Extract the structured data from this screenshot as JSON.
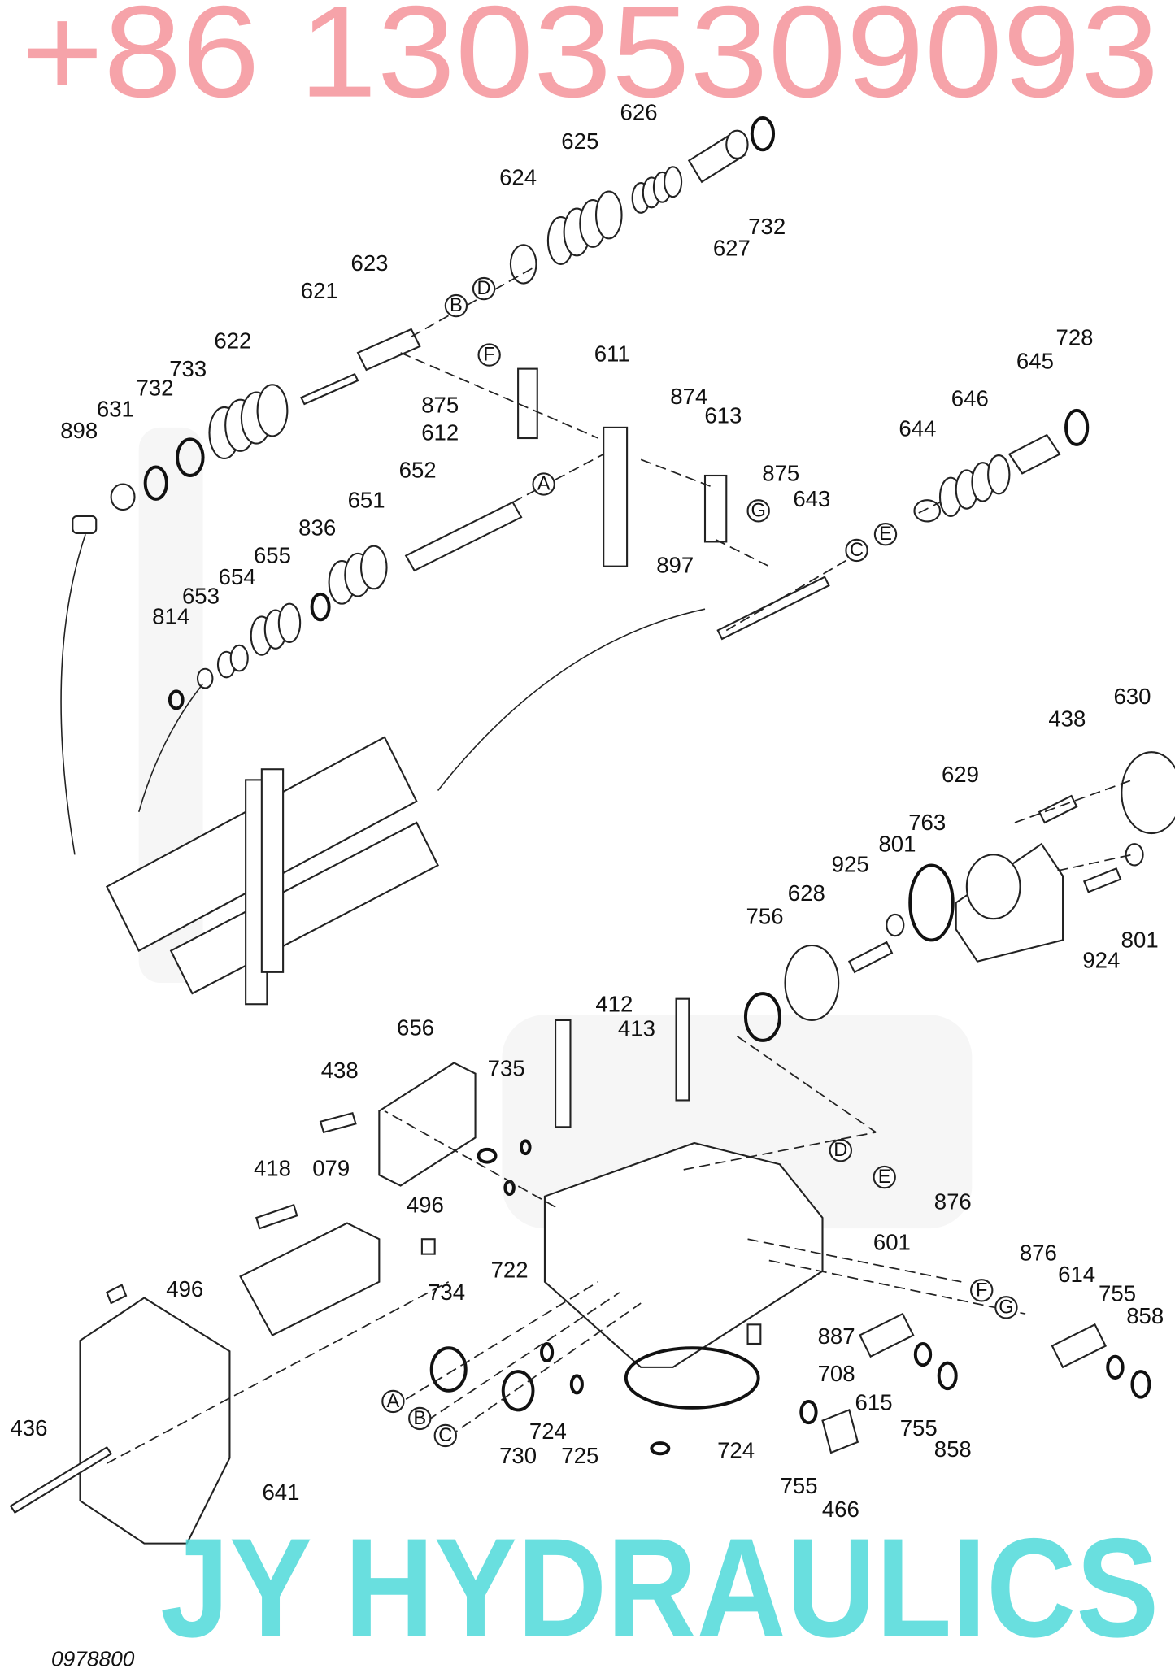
{
  "part_numbers": [
    "626",
    "625",
    "624",
    "627",
    "732",
    "623",
    "621",
    "622",
    "733",
    "732",
    "631",
    "898",
    "875",
    "612",
    "611",
    "874",
    "613",
    "875",
    "643",
    "897",
    "652",
    "651",
    "836",
    "655",
    "654",
    "653",
    "814",
    "646",
    "645",
    "728",
    "644",
    "630",
    "438",
    "629",
    "763",
    "801",
    "925",
    "628",
    "756",
    "924",
    "801",
    "412",
    "413",
    "656",
    "438",
    "735",
    "418",
    "079",
    "496",
    "722",
    "734",
    "876",
    "601",
    "496",
    "876",
    "614",
    "755",
    "858",
    "887",
    "708",
    "615",
    "755",
    "858",
    "724",
    "730",
    "725",
    "724",
    "755",
    "466",
    "436",
    "641"
  ],
  "callouts": [
    "B",
    "D",
    "F",
    "A",
    "G",
    "C",
    "E",
    "D",
    "E",
    "F",
    "G",
    "A",
    "B",
    "C"
  ],
  "watermarks": {
    "phone": "+86 13035309093",
    "brand": "JY HYDRAULICS",
    "brand_color": "#4fd9d9",
    "phone_color": "#f06670"
  },
  "drawing_number": "0978800"
}
